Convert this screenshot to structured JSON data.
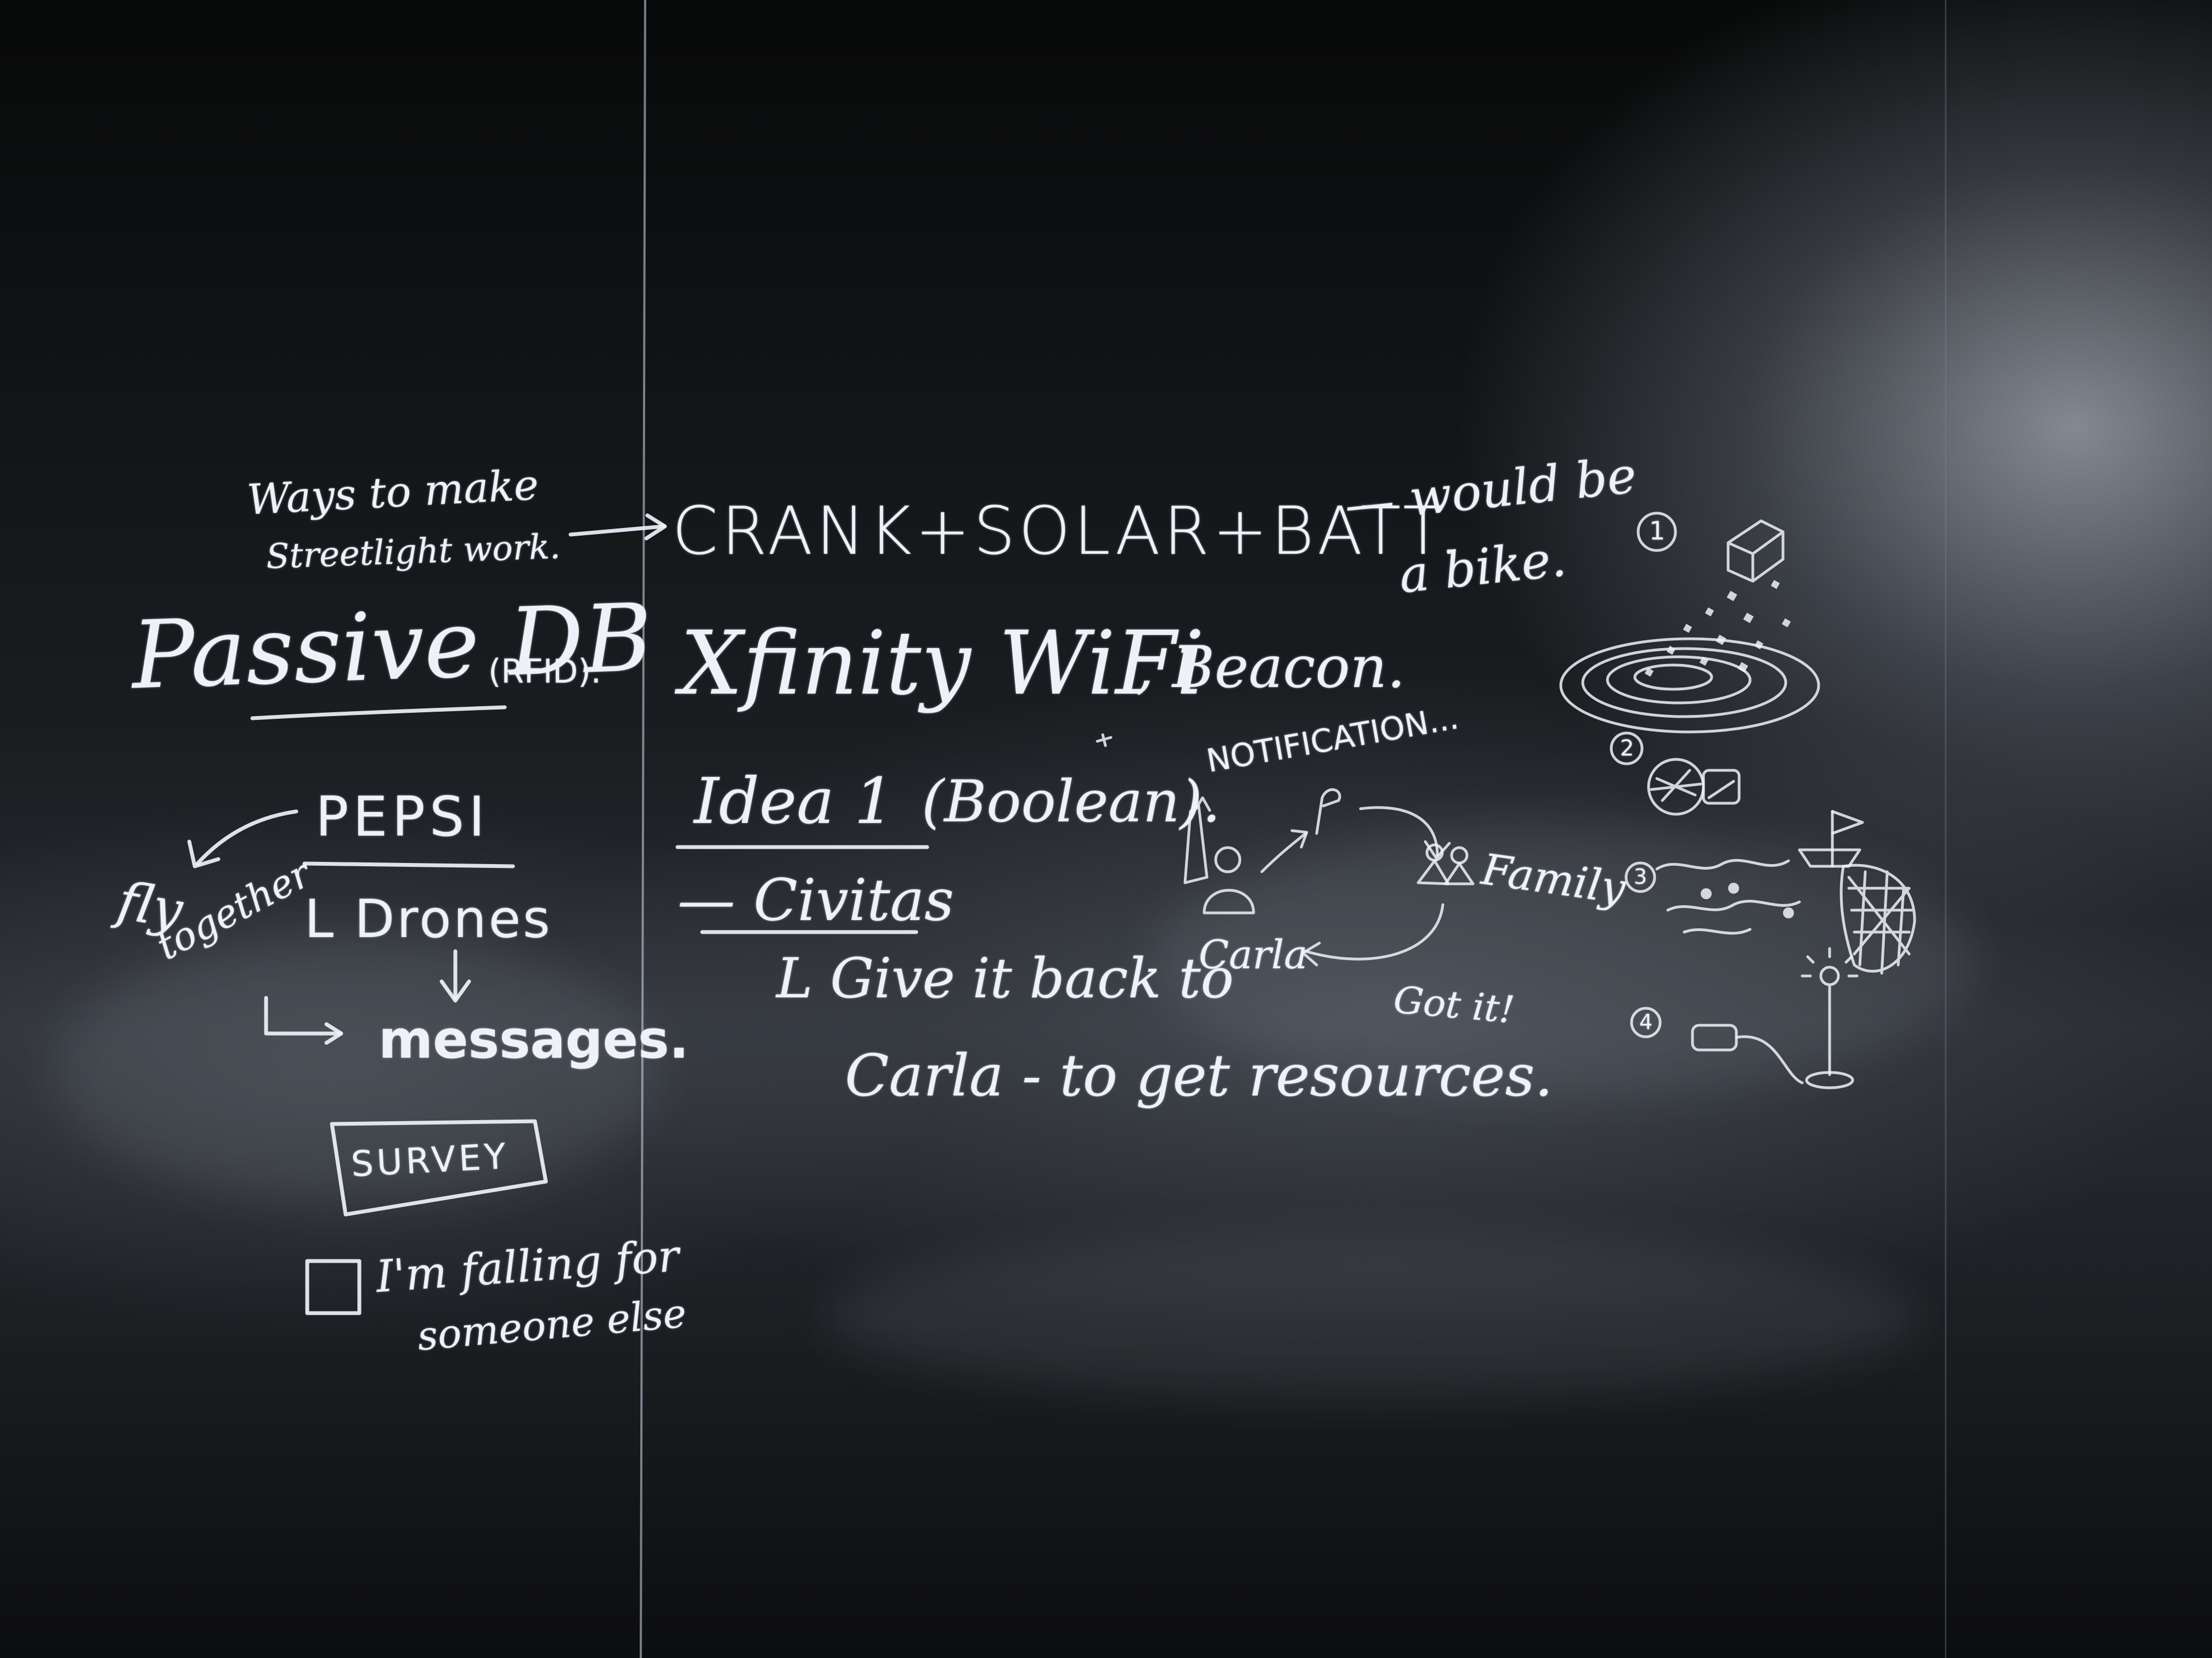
{
  "board": {
    "left": {
      "ways_line1": "Ways to make",
      "ways_line2": "Streetlight work.",
      "passive": "Passive DB",
      "rfid": "(RFID).",
      "pepsi": "PEPSI",
      "fly": "fly",
      "together": "together",
      "drones": "L Drones",
      "messages": "messages.",
      "survey": "SURVEY",
      "falling_line1": "I'm falling for",
      "falling_line2": "someone else"
    },
    "center": {
      "crank": "CRANK+SOLAR+BATT.",
      "would_be": "— would be",
      "a_bike": "a bike.",
      "xfinity": "Xfinity WiFi",
      "beacon": ", Beacon.",
      "idea": "Idea 1",
      "boolean": "(Boolean).",
      "notification": "NOTIFICATION...",
      "carla": "Carla",
      "family": "Family",
      "got_it": "Got it!",
      "civitas": "— Civitas",
      "give_back": "L Give it back to",
      "carla_resources": "Carla - to get resources."
    },
    "right": {
      "num1": "1",
      "num2": "2",
      "num3": "3",
      "num4": "4"
    }
  },
  "colors": {
    "board": "#0b0c0e",
    "chalk": "#eef2f8",
    "glare": "#e1e8f5"
  }
}
